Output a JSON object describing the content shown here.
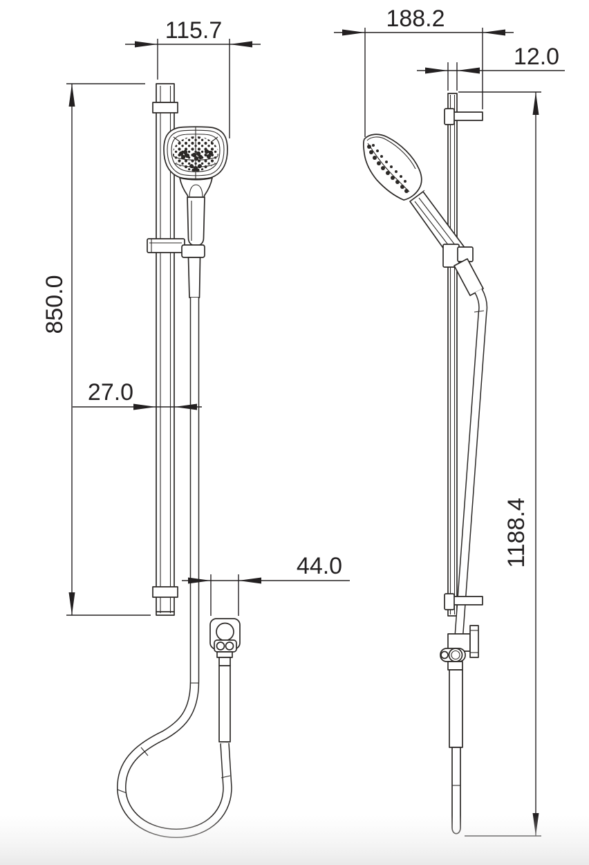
{
  "drawing": {
    "kind": "technical-drawing",
    "subject": "shower-rail-set-two-view-elevation"
  },
  "colors": {
    "line": "#2b2826",
    "dimension": "#232021",
    "background": "#ffffff",
    "bottom_fade": "#ececec"
  },
  "dimensions": {
    "front_width": "115.7",
    "depth": "188.2",
    "rail_depth": "12.0",
    "rail_width": "27.0",
    "rail_length": "850.0",
    "outlet_width": "44.0",
    "overall_height": "1188.4"
  }
}
